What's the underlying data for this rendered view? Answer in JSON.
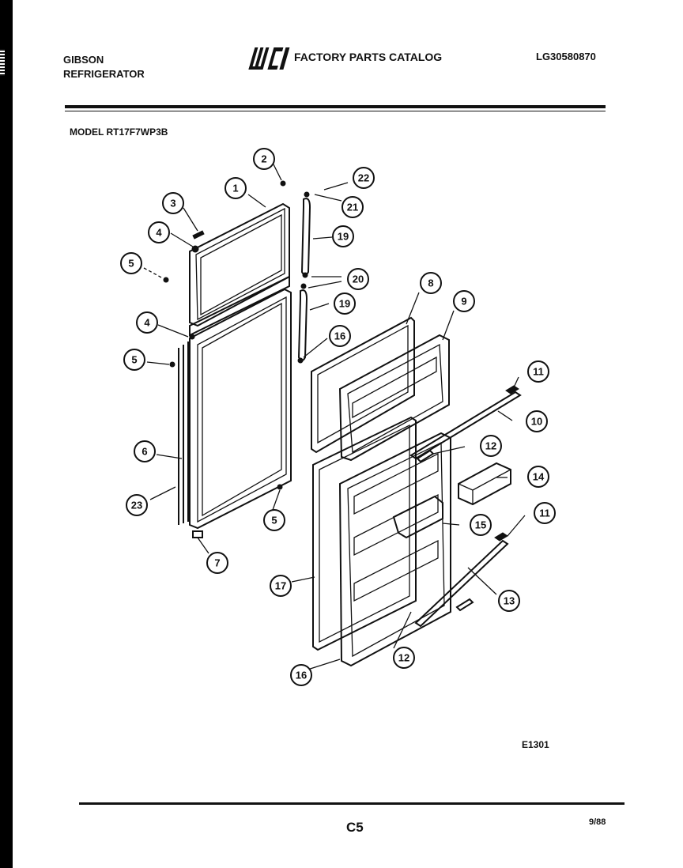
{
  "header": {
    "brand_line1": "GIBSON",
    "brand_line2": "REFRIGERATOR",
    "logo_text": "WCI",
    "catalog_title": "FACTORY PARTS CATALOG",
    "catalog_code": "LG30580870"
  },
  "model_label": "MODEL RT17F7WP3B",
  "callouts": {
    "c1": "1",
    "c2": "2",
    "c3": "3",
    "c4a": "4",
    "c4b": "4",
    "c5a": "5",
    "c5b": "5",
    "c5c": "5",
    "c6": "6",
    "c7": "7",
    "c8": "8",
    "c9": "9",
    "c10": "10",
    "c11a": "11",
    "c11b": "11",
    "c12a": "12",
    "c12b": "12",
    "c13": "13",
    "c14": "14",
    "c15": "15",
    "c16a": "16",
    "c16b": "16",
    "c17": "17",
    "c19a": "19",
    "c19b": "19",
    "c20": "20",
    "c21": "21",
    "c22": "22",
    "c23": "23"
  },
  "footer": {
    "figure_code": "E1301",
    "page_number": "C5",
    "date": "9/88"
  }
}
